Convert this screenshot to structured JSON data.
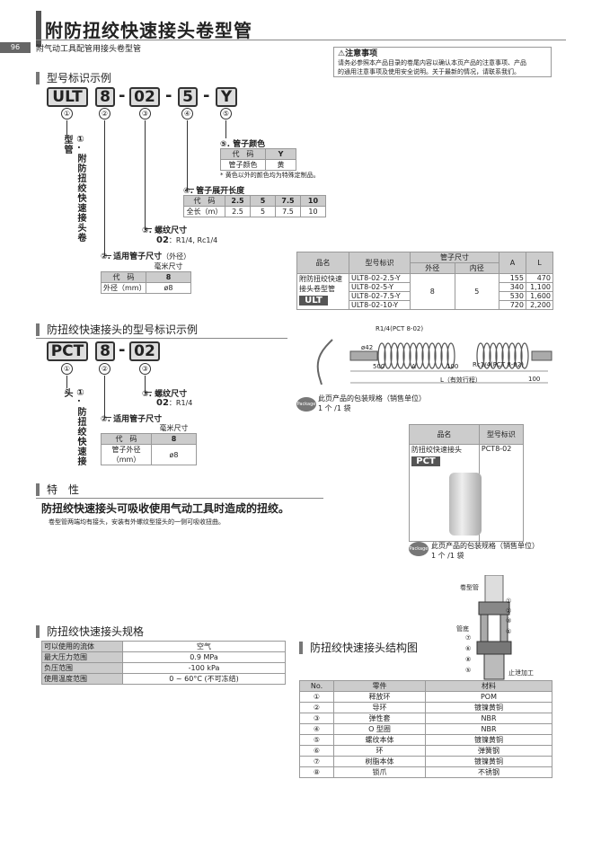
{
  "header": {
    "title": "附防扭绞快速接头卷型管",
    "page_number": "96",
    "subtitle": "附气动工具配管用接头卷型管"
  },
  "caution": {
    "title": "注意事项",
    "text1": "请务必参照本产品目录的卷尾内容以确认本页产品的注意事项、产品",
    "text2": "的通用注意事项及使用安全说明。关于最新的情况，请联系我们。"
  },
  "model1": {
    "heading": "型号标识示例",
    "codes": [
      "ULT",
      "8",
      "02",
      "5",
      "Y"
    ],
    "nums": [
      "①",
      "②",
      "③",
      "④",
      "⑤"
    ],
    "item1": "①. 附防扭绞快速接头卷型管",
    "item2_label": "②. 适用管子尺寸",
    "item2_note": "（外径）",
    "item2_unit": "毫米尺寸",
    "item2_code_h": "代　码",
    "item2_code_v": "8",
    "item2_od_h": "外径（mm）",
    "item2_od_v": "ø8",
    "item3_label": "③. 螺纹尺寸",
    "item3_code": "02",
    "item3_value": "：R1/4, Rc1/4",
    "item4_label": "④. 管子展开长度",
    "item4_code_h": "代　码",
    "item4_codes": [
      "2.5",
      "5",
      "7.5",
      "10"
    ],
    "item4_len_h": "全长（m）",
    "item4_lens": [
      "2.5",
      "5",
      "7.5",
      "10"
    ],
    "item5_label": "⑤. 管子颜色",
    "item5_code_h": "代　码",
    "item5_code_v": "Y",
    "item5_color_h": "管子颜色",
    "item5_color_v": "黄",
    "item5_note": "* 黄色以外的颜色均为特殊定制品。"
  },
  "product_table": {
    "headers": [
      "品名",
      "型号标识",
      "管子尺寸",
      "A",
      "L"
    ],
    "sub_headers": [
      "外径",
      "内径"
    ],
    "name": "附防扭绞快速接头卷型管",
    "badge": "ULT",
    "rows": [
      {
        "model": "ULT8-02-2.5-Y",
        "a": "155",
        "l": "470"
      },
      {
        "model": "ULT8-02-5-Y",
        "a": "340",
        "l": "1,100"
      },
      {
        "model": "ULT8-02-7.5-Y",
        "a": "530",
        "l": "1,600"
      },
      {
        "model": "ULT8-02-10-Y",
        "a": "720",
        "l": "2,200"
      }
    ],
    "od": "8",
    "id": "5"
  },
  "drawing1": {
    "thread1": "R1/4(PCT 8-02)",
    "phi": "ø42",
    "d500": "500",
    "dA": "A",
    "d100a": "100",
    "thread2": "Rc1/4(PCT 8-02)",
    "dL": "L（有效行程）",
    "d100b": "100"
  },
  "pkg1": {
    "icon": "Package",
    "text1": "此页产品的包装规格（销售单位）",
    "text2": "1 个 /1 袋"
  },
  "model2": {
    "heading": "防扭绞快速接头的型号标识示例",
    "codes": [
      "PCT",
      "8",
      "02"
    ],
    "nums": [
      "①",
      "②",
      "③"
    ],
    "item1": "①. 防扭绞快速接头",
    "item2_label": "②. 适用管子尺寸",
    "item2_unit": "毫米尺寸",
    "item2_code_h": "代　码",
    "item2_code_v": "8",
    "item2_od_h": "管子外径（mm）",
    "item2_od_v": "ø8",
    "item3_label": "③. 螺纹尺寸",
    "item3_code": "02",
    "item3_value": "：R1/4"
  },
  "pct_table": {
    "headers": [
      "品名",
      "型号标识"
    ],
    "name": "防扭绞快速接头",
    "model": "PCT8-02",
    "badge": "PCT"
  },
  "features": {
    "heading": "特　性",
    "main": "防扭绞快速接头可吸收使用气动工具时造成的扭绞。",
    "sub": "卷型管两端均有接头，安装有外螺纹型接头的一侧可吸收扭曲。"
  },
  "pkg2": {
    "icon": "Package",
    "text1": "此页产品的包装规格（销售单位）",
    "text2": "1 个 /1 袋"
  },
  "structure_labels": {
    "tube": "卷型管",
    "base": "管底",
    "thread": "止泄加工",
    "nums": [
      "①",
      "②",
      "③",
      "④",
      "⑤",
      "⑥",
      "⑦",
      "⑧"
    ]
  },
  "specs": {
    "heading": "防扭绞快速接头规格",
    "rows": [
      {
        "k": "可以使用的流体",
        "v": "空气"
      },
      {
        "k": "最大压力范围",
        "v": "0.9 MPa"
      },
      {
        "k": "负压范围",
        "v": "-100 kPa"
      },
      {
        "k": "使用温度范围",
        "v": "0 ~ 60°C (不可冻结)"
      }
    ]
  },
  "structure": {
    "heading": "防扭绞快速接头结构图",
    "headers": [
      "No.",
      "零件",
      "材料"
    ],
    "rows": [
      {
        "n": "①",
        "part": "释放环",
        "mat": "POM"
      },
      {
        "n": "②",
        "part": "导环",
        "mat": "镀镍黄铜"
      },
      {
        "n": "③",
        "part": "弹性套",
        "mat": "NBR"
      },
      {
        "n": "④",
        "part": "O 型圈",
        "mat": "NBR"
      },
      {
        "n": "⑤",
        "part": "螺纹本体",
        "mat": "镀镍黄铜"
      },
      {
        "n": "⑥",
        "part": "环",
        "mat": "弹簧钢"
      },
      {
        "n": "⑦",
        "part": "树脂本体",
        "mat": "镀镍黄铜"
      },
      {
        "n": "⑧",
        "part": "锁爪",
        "mat": "不锈钢"
      }
    ]
  }
}
